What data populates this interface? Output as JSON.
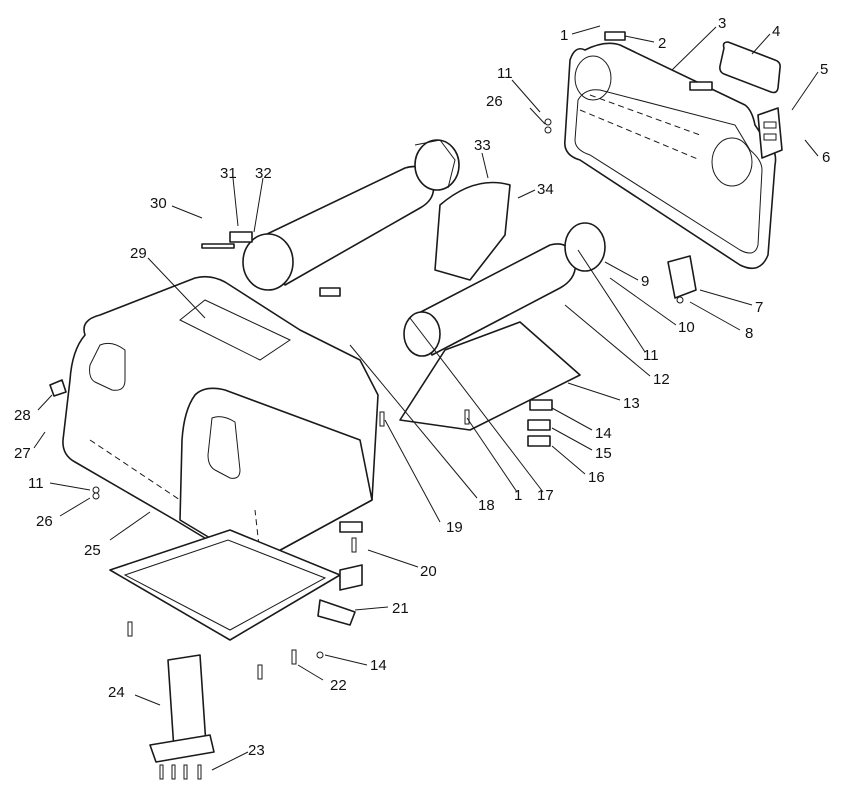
{
  "callouts": [
    {
      "id": "c1a",
      "text": "1"
    },
    {
      "id": "c2",
      "text": "2"
    },
    {
      "id": "c3",
      "text": "3"
    },
    {
      "id": "c4",
      "text": "4"
    },
    {
      "id": "c5",
      "text": "5"
    },
    {
      "id": "c6",
      "text": "6"
    },
    {
      "id": "c11a",
      "text": "11"
    },
    {
      "id": "c26a",
      "text": "26"
    },
    {
      "id": "c33",
      "text": "33"
    },
    {
      "id": "c34",
      "text": "34"
    },
    {
      "id": "c30",
      "text": "30"
    },
    {
      "id": "c31",
      "text": "31"
    },
    {
      "id": "c32",
      "text": "32"
    },
    {
      "id": "c29",
      "text": "29"
    },
    {
      "id": "c9",
      "text": "9"
    },
    {
      "id": "c7",
      "text": "7"
    },
    {
      "id": "c10",
      "text": "10"
    },
    {
      "id": "c8",
      "text": "8"
    },
    {
      "id": "c11b",
      "text": "11"
    },
    {
      "id": "c12",
      "text": "12"
    },
    {
      "id": "c13",
      "text": "13"
    },
    {
      "id": "c14a",
      "text": "14"
    },
    {
      "id": "c15",
      "text": "15"
    },
    {
      "id": "c16",
      "text": "16"
    },
    {
      "id": "c28",
      "text": "28"
    },
    {
      "id": "c27",
      "text": "27"
    },
    {
      "id": "c11c",
      "text": "11"
    },
    {
      "id": "c26b",
      "text": "26"
    },
    {
      "id": "c25",
      "text": "25"
    },
    {
      "id": "c19",
      "text": "19"
    },
    {
      "id": "c18",
      "text": "18"
    },
    {
      "id": "c1b",
      "text": "1"
    },
    {
      "id": "c17",
      "text": "17"
    },
    {
      "id": "c20",
      "text": "20"
    },
    {
      "id": "c21",
      "text": "21"
    },
    {
      "id": "c14b",
      "text": "14"
    },
    {
      "id": "c22",
      "text": "22"
    },
    {
      "id": "c24",
      "text": "24"
    },
    {
      "id": "c23",
      "text": "23"
    }
  ]
}
